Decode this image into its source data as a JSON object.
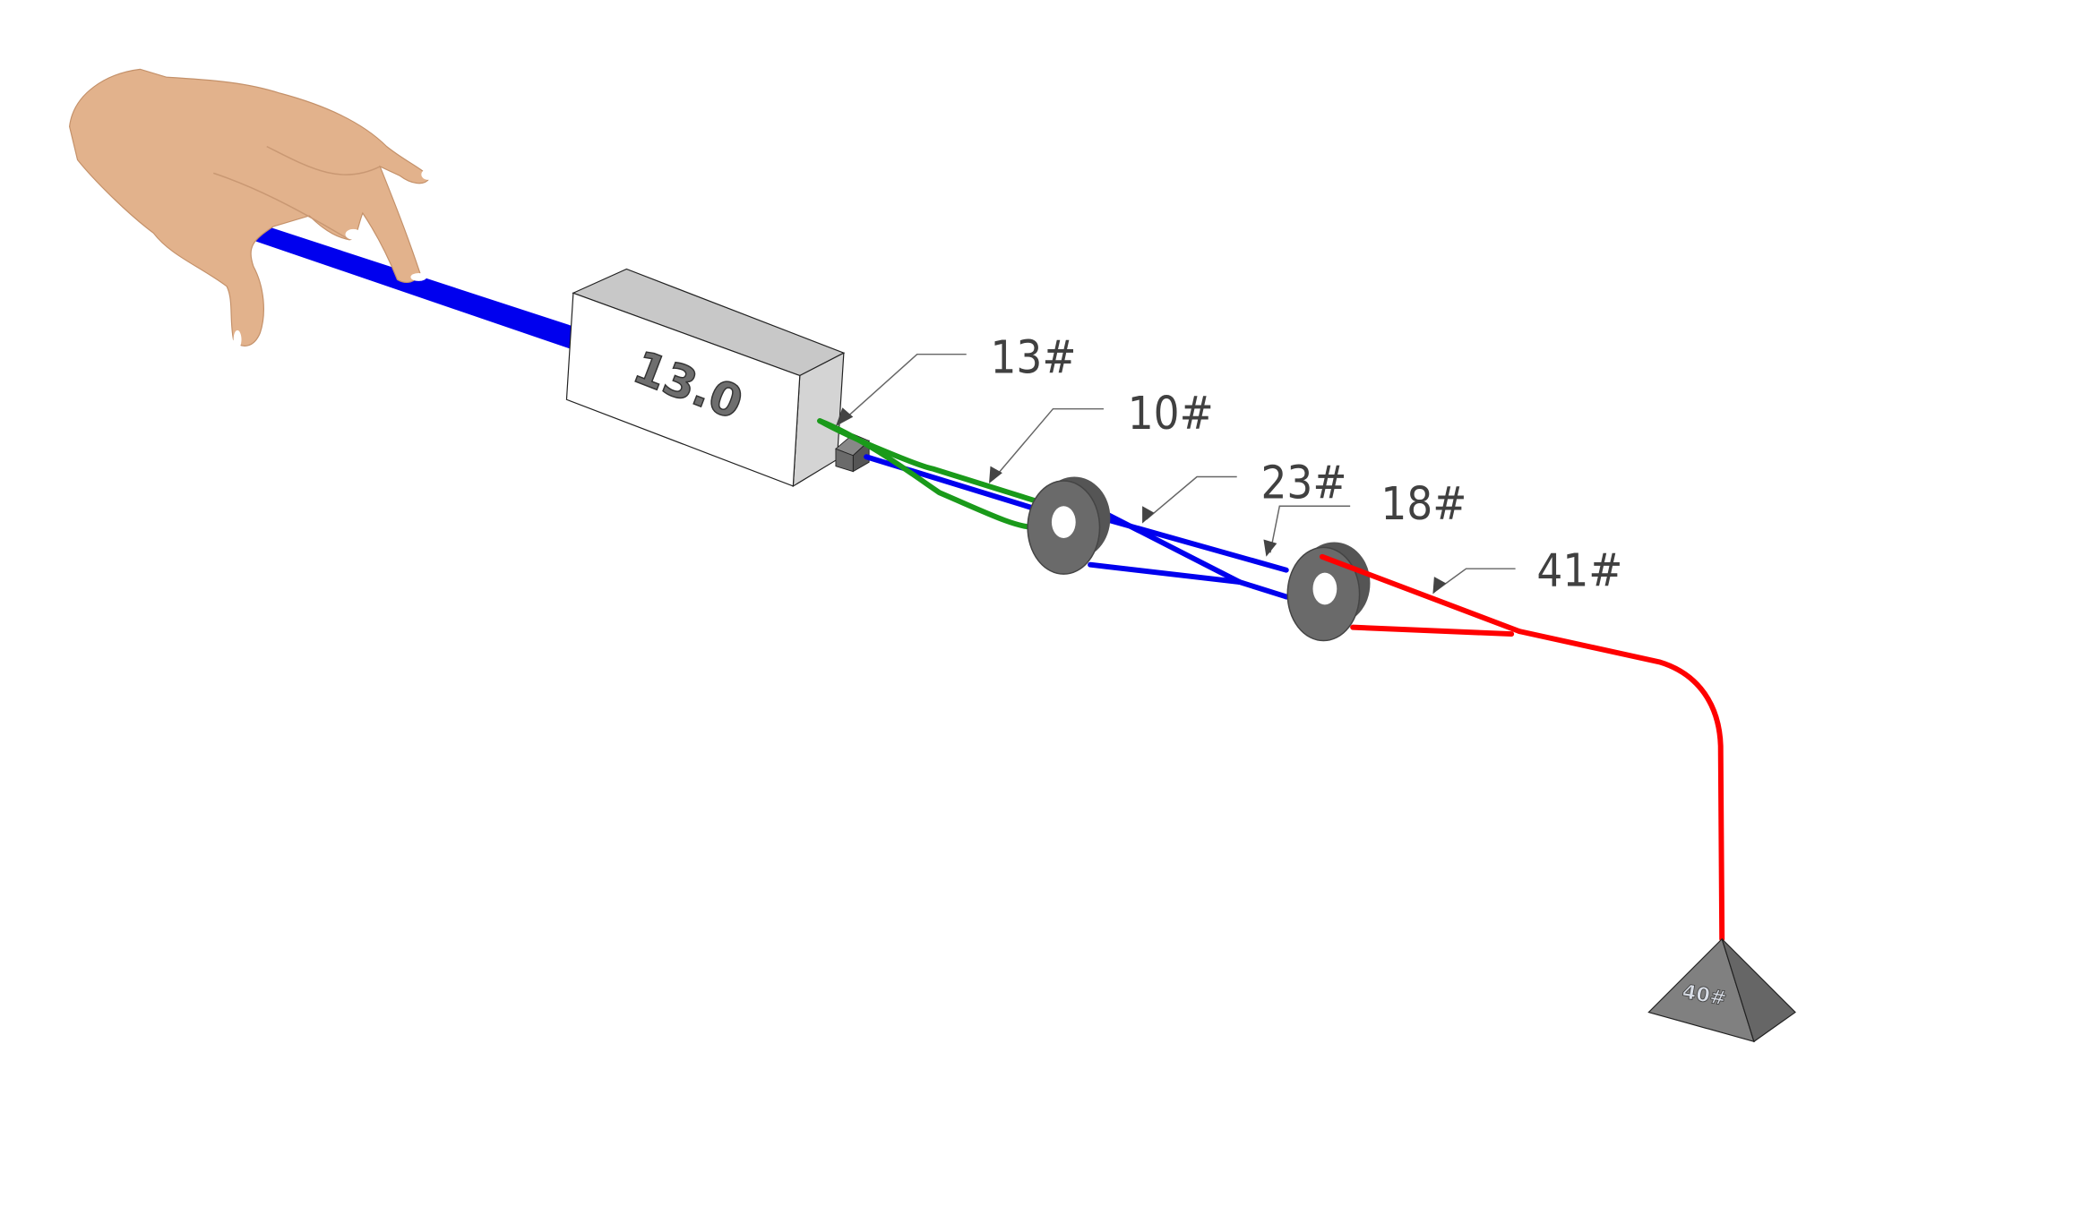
{
  "diagram": {
    "type": "pulley-rope-setup-3d",
    "gauge": {
      "reading": "13.0"
    },
    "weight": {
      "label": "40#"
    },
    "labels": [
      {
        "id": "label-13",
        "text": "13#",
        "rope": "green"
      },
      {
        "id": "label-10",
        "text": "10#",
        "rope": "green/blue"
      },
      {
        "id": "label-23",
        "text": "23#",
        "rope": "blue"
      },
      {
        "id": "label-18",
        "text": "18#",
        "rope": "blue"
      },
      {
        "id": "label-41",
        "text": "41#",
        "rope": "red"
      }
    ],
    "colors": {
      "rope_main": "#0000ee",
      "rope_green": "#1a9a1a",
      "rope_red": "#ff0000",
      "pulley": "#5a5a5a",
      "gauge_face": "#ffffff",
      "gauge_top": "#c8c8c8",
      "skin": "#e0b08a"
    }
  }
}
